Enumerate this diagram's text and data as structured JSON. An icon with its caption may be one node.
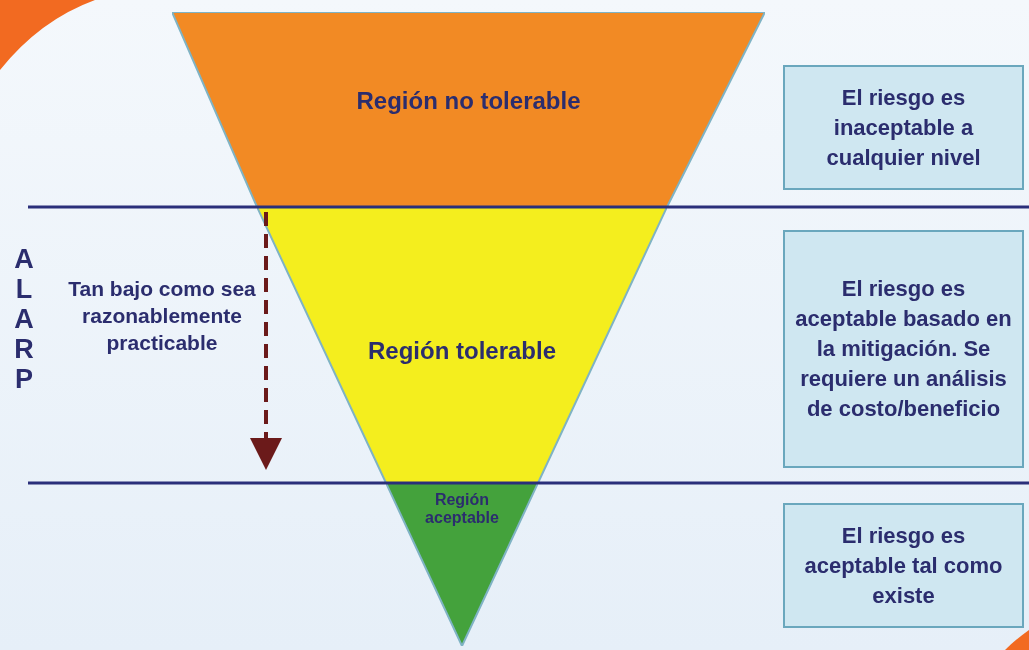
{
  "diagram": {
    "nodes": [
      {
        "text": [
          "Región no tolerable"
        ]
      },
      {
        "text": [
          "Región tolerable"
        ]
      },
      {
        "text": [
          "Región aceptable"
        ]
      },
      {
        "text": [
          "El riesgo es inaceptable a cualquier nivel"
        ]
      },
      {
        "text": [
          "El riesgo es aceptable basado en la mitigación. Se requiere un análisis de costo/beneficio"
        ]
      },
      {
        "text": [
          "El riesgo es aceptable tal como existe"
        ]
      }
    ],
    "labels": [
      "ALARP",
      "Tan bajo como sea razonablemente practicable"
    ]
  }
}
